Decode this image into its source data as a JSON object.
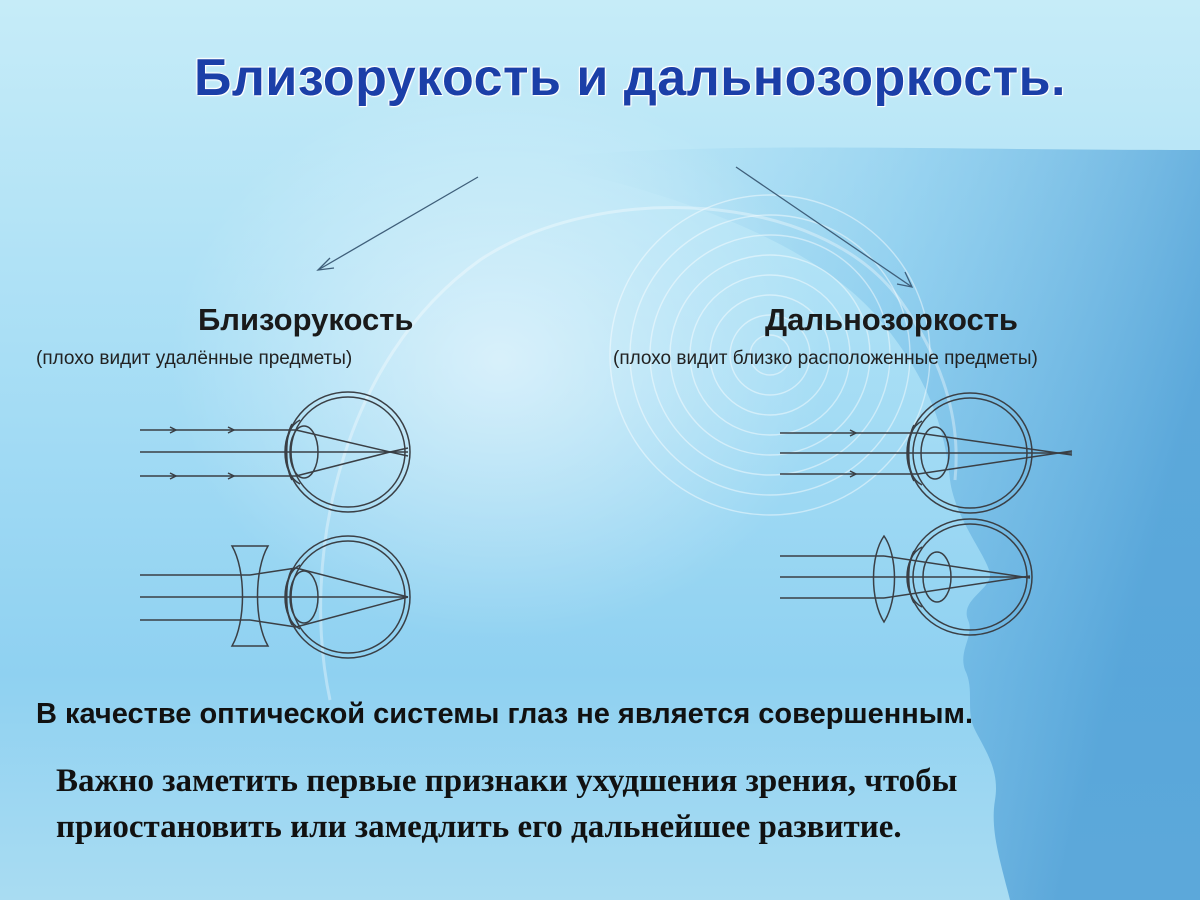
{
  "slide": {
    "title": "Близорукость и дальнозоркость.",
    "myopia": {
      "label": "Близорукость",
      "subtitle": "(плохо видит удалённые предметы)"
    },
    "hyperopia": {
      "label": "Дальнозоркость",
      "subtitle": "(плохо видит близко расположенные предметы)"
    },
    "statement": "В качестве оптической системы глаз не является совершенным.",
    "note_line1": "Важно заметить первые признаки ухудшения зрения, чтобы",
    "note_line2": "приостановить или замедлить его дальнейшее развитие."
  },
  "colors": {
    "title": "#1b3fa8",
    "diagram_stroke": "#3a3f45",
    "arrow": "#3f5f7a"
  },
  "icons": [
    "head-silhouette",
    "concentric-rings",
    "eye-diagram",
    "concave-lens",
    "convex-lens"
  ]
}
